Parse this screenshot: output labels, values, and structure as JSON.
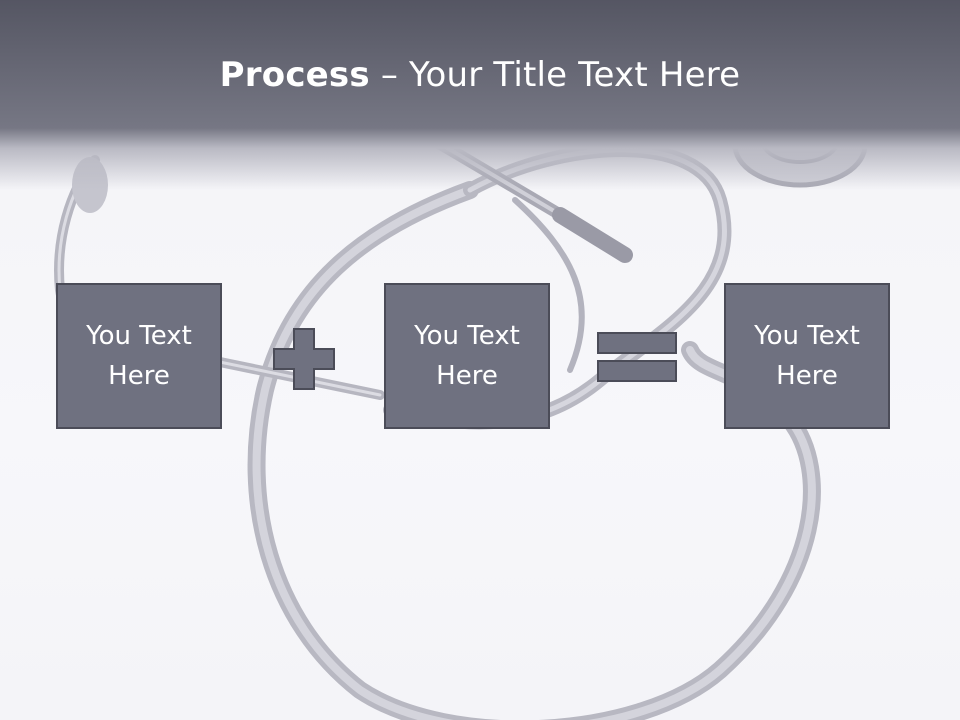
{
  "slide": {
    "title_bold": "Process",
    "title_separator": " – ",
    "title_rest": "Your Title Text Here",
    "boxes": [
      {
        "label": "You Text Here"
      },
      {
        "label": "You Text Here"
      },
      {
        "label": "You Text Here"
      }
    ],
    "operators": [
      "plus",
      "equals"
    ]
  },
  "colors": {
    "header_dark": "#555663",
    "box_fill": "#6f7180",
    "box_border": "#4b4c58",
    "operator_fill": "#6f7180",
    "text": "#ffffff"
  }
}
